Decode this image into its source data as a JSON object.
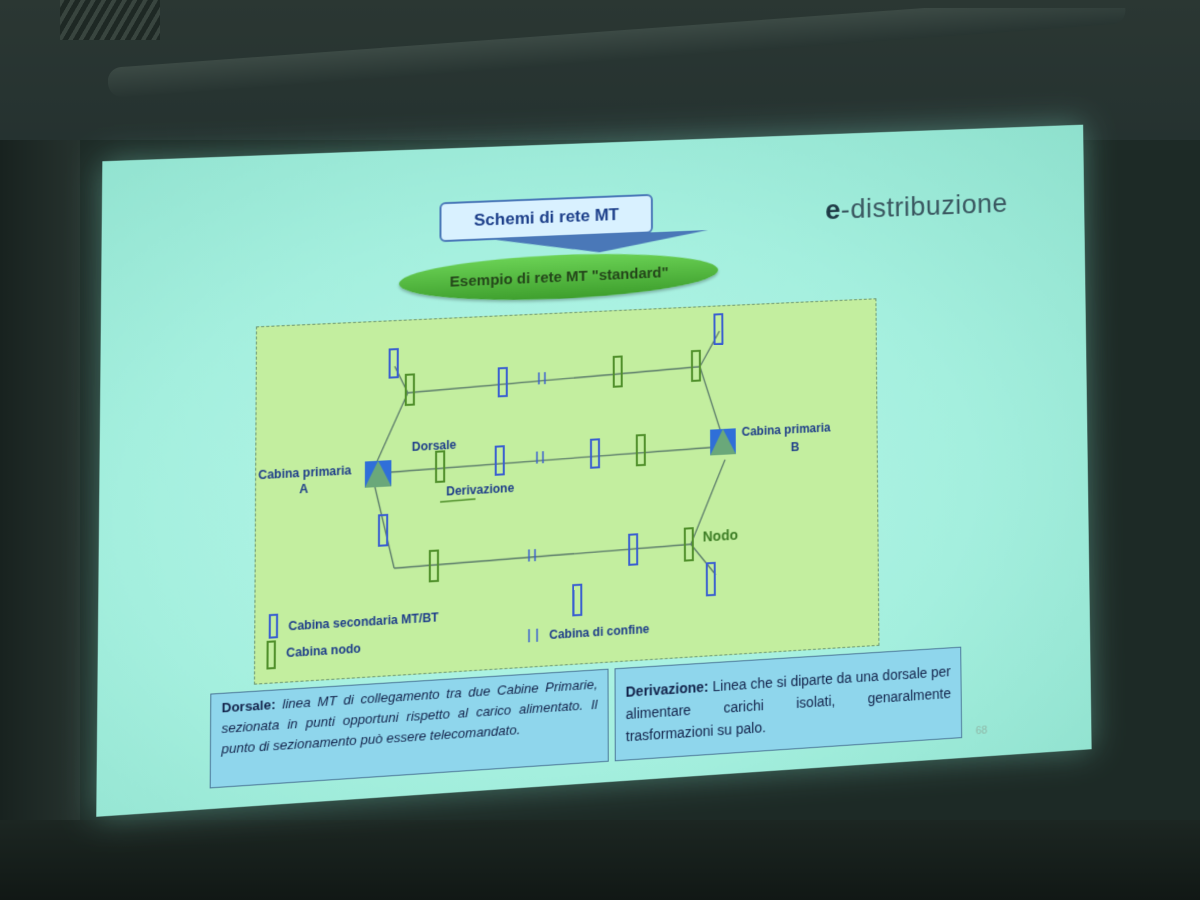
{
  "slide": {
    "title": "Schemi di rete MT",
    "brand_prefix": "e",
    "brand_rest": "-distribuzione",
    "subtitle": "Esempio di rete MT \"standard\"",
    "page_number": "68"
  },
  "diagram": {
    "labels": {
      "primary_a_line1": "Cabina primaria",
      "primary_a_line2": "A",
      "primary_b_line1": "Cabina primaria",
      "primary_b_line2": "B",
      "dorsale": "Dorsale",
      "derivazione": "Derivazione",
      "nodo": "Nodo"
    },
    "legend": {
      "secondary": "Cabina secondaria MT/BT",
      "node": "Cabina nodo",
      "border": "Cabina di confine"
    },
    "colors": {
      "secondary_cabin": "#3a5fd0",
      "node_cabin": "#4f8f2a",
      "primary_cabin": "#2f6fd8",
      "line": "#5a7a6a"
    }
  },
  "descriptions": {
    "dorsale_term": "Dorsale:",
    "dorsale_text": "linea MT di collegamento tra due Cabine Primarie, sezionata in punti opportuni rispetto al carico alimentato. Il punto di sezionamento può essere telecomandato.",
    "derivazione_term": "Derivazione:",
    "derivazione_text": "Linea che si diparte da una dorsale per alimentare carichi isolati, genaralmente trasformazioni su palo."
  }
}
